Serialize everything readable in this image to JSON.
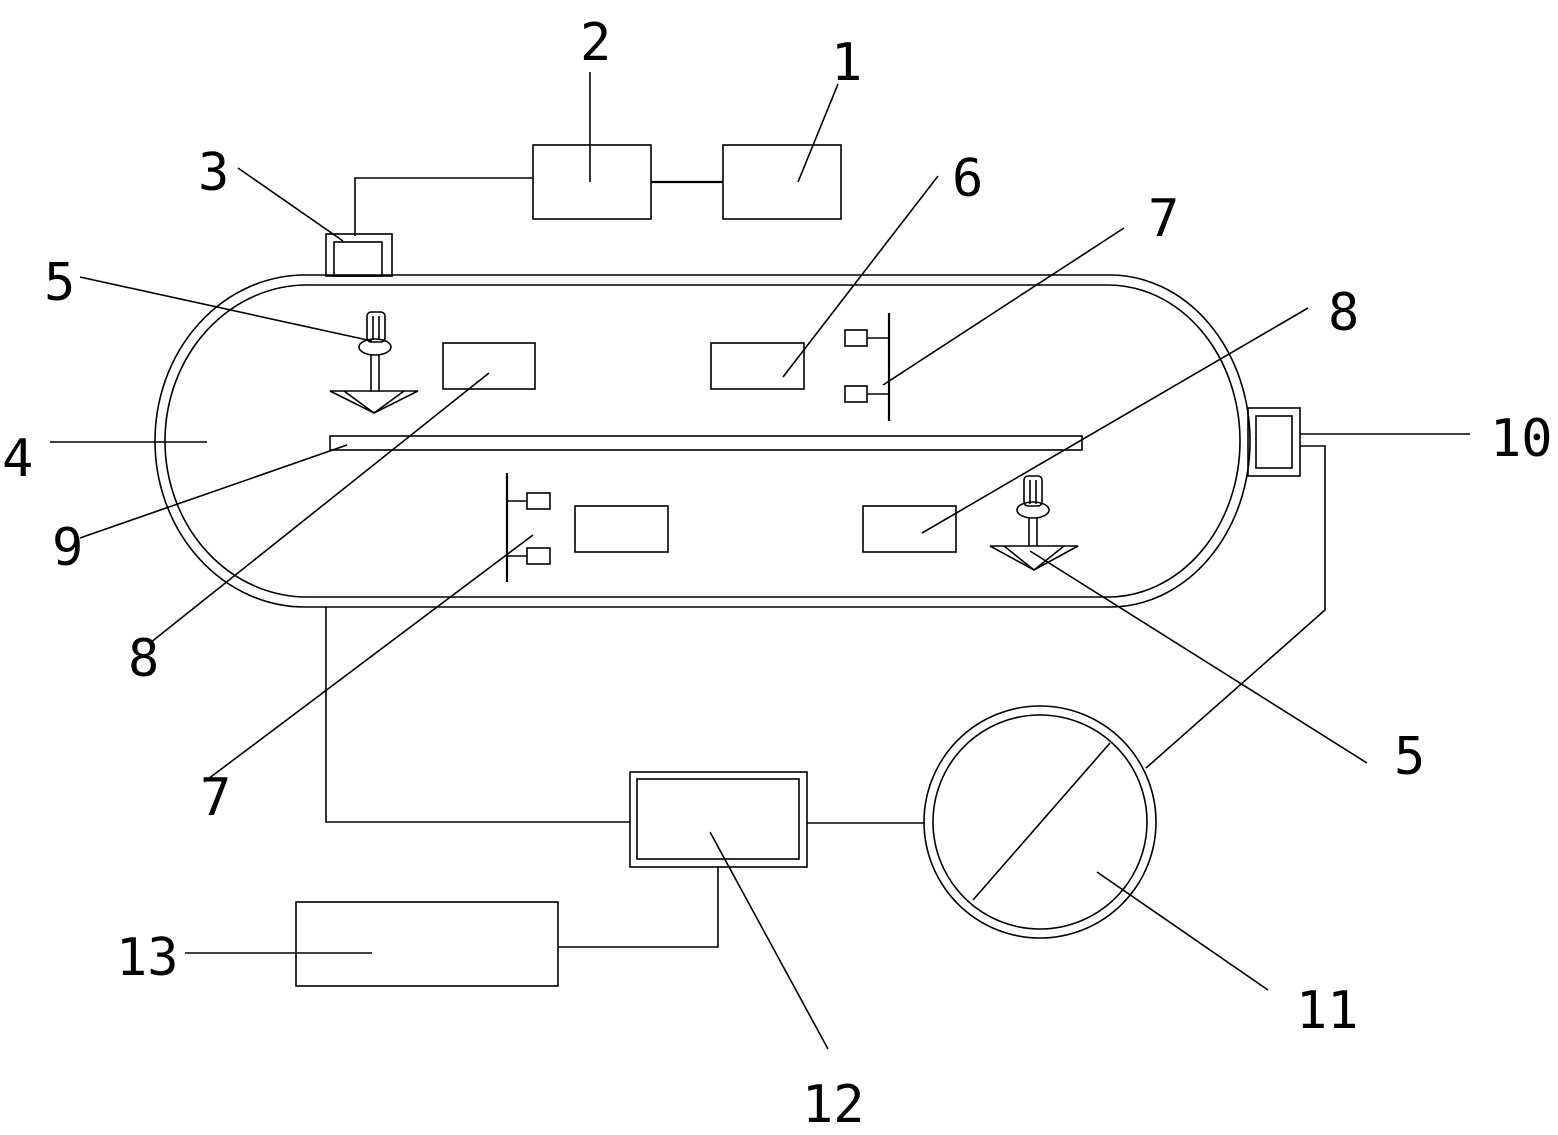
{
  "labels": {
    "l1": "1",
    "l2": "2",
    "l3": "3",
    "l4": "4",
    "l5a": "5",
    "l5b": "5",
    "l6": "6",
    "l7a": "7",
    "l7b": "7",
    "l8a": "8",
    "l8b": "8",
    "l9": "9",
    "l10": "10",
    "l11": "11",
    "l12": "12",
    "l13": "13"
  }
}
